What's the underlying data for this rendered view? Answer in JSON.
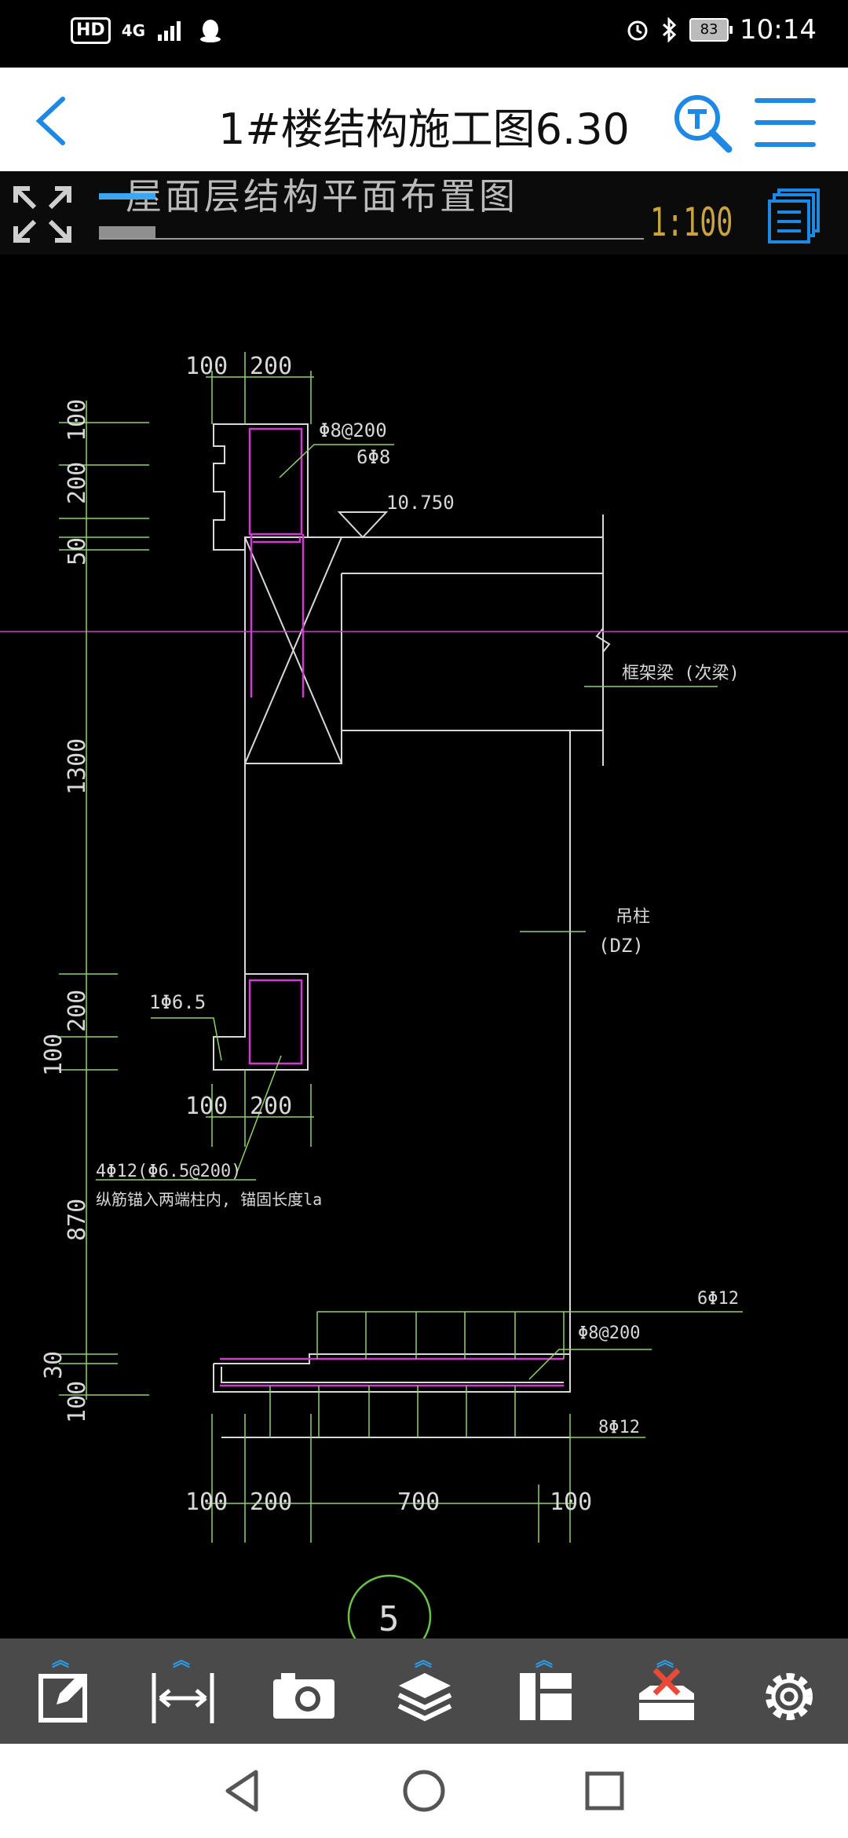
{
  "status": {
    "hd": "HD",
    "net": "4G",
    "battery": "83",
    "time": "10:14"
  },
  "header": {
    "title": "1#楼结构施工图6.30"
  },
  "drawing_header": {
    "title": "屋面层结构平面布置图",
    "scale": "1:100"
  },
  "drawing": {
    "dim_top_a": "100",
    "dim_top_b": "200",
    "dim_left_100": "100",
    "dim_left_200": "200",
    "dim_left_50": "50",
    "dim_left_1300": "1300",
    "dim_left_200b": "200",
    "dim_left_100b": "100",
    "dim_left_870": "870",
    "dim_left_30": "30",
    "dim_left_100c": "100",
    "rebar_top_stirrup": "Φ8@200",
    "rebar_top_long": "6Φ8",
    "elevation": "10.750",
    "beam_label": "框架梁 (次梁)",
    "column_label": "吊柱",
    "column_code": "(DZ)",
    "rebar_mid": "1Φ6.5",
    "dim_mid_a": "100",
    "dim_mid_b": "200",
    "rebar_note_1": "4Φ12(Φ6.5@200)",
    "rebar_note_2": "纵筋锚入两端柱内, 锚固长度la",
    "rebar_bottom_top": "6Φ12",
    "rebar_bottom_stirrup": "Φ8@200",
    "rebar_bottom_bot": "8Φ12",
    "dim_bot_a": "100",
    "dim_bot_b": "200",
    "dim_bot_c": "700",
    "dim_bot_d": "100",
    "detail_no": "5"
  },
  "colors": {
    "accent": "#1e88e5",
    "cad_line": "#d8d8d8",
    "cad_dim": "#8fd16b",
    "cad_rebar": "#d03ad0",
    "toolbar_bg": "#4a4a4a"
  }
}
